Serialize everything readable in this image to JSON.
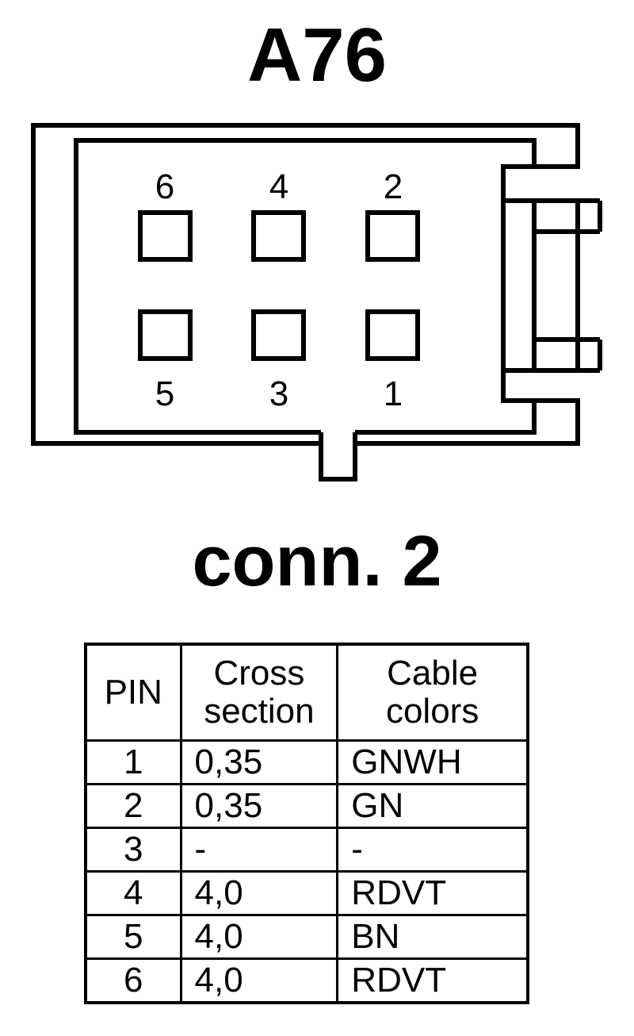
{
  "title": "A76",
  "connector_label": "conn. 2",
  "pins_top": [
    "6",
    "4",
    "2"
  ],
  "pins_bottom": [
    "5",
    "3",
    "1"
  ],
  "table": {
    "headers": [
      "PIN",
      "Cross section",
      "Cable colors"
    ],
    "rows": [
      {
        "pin": "1",
        "cross_section": "0,35",
        "color": "GNWH"
      },
      {
        "pin": "2",
        "cross_section": "0,35",
        "color": "GN"
      },
      {
        "pin": "3",
        "cross_section": "-",
        "color": "-"
      },
      {
        "pin": "4",
        "cross_section": "4,0",
        "color": "RDVT"
      },
      {
        "pin": "5",
        "cross_section": "4,0",
        "color": "BN"
      },
      {
        "pin": "6",
        "cross_section": "4,0",
        "color": "RDVT"
      }
    ]
  }
}
